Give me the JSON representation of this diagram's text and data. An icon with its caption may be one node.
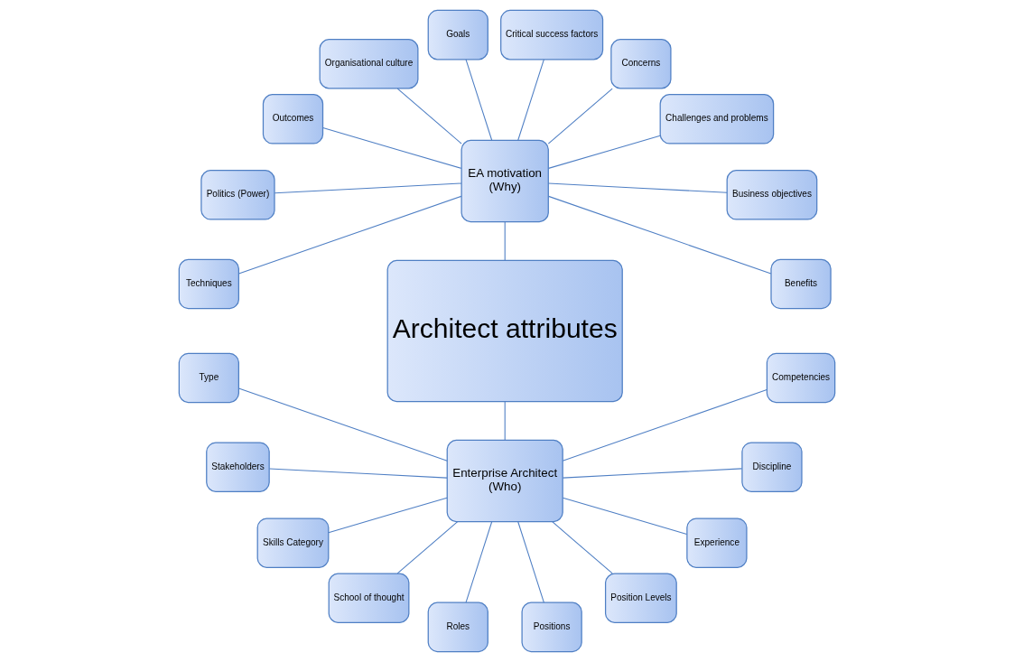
{
  "diagram": {
    "nodes": [
      {
        "text": [
          "Architect attributes"
        ]
      },
      {
        "text": [
          "Enterprise Architect",
          "(Who)"
        ]
      },
      {
        "text": [
          "EA motivation",
          "(Why)"
        ]
      },
      {
        "text": [
          "Type"
        ]
      },
      {
        "text": [
          "Stakeholders"
        ]
      },
      {
        "text": [
          "Skills Category"
        ]
      },
      {
        "text": [
          "School of thought"
        ]
      },
      {
        "text": [
          "Roles"
        ]
      },
      {
        "text": [
          "Positions"
        ]
      },
      {
        "text": [
          "Position Levels"
        ]
      },
      {
        "text": [
          "Experience"
        ]
      },
      {
        "text": [
          "Discipline"
        ]
      },
      {
        "text": [
          "Competencies"
        ]
      },
      {
        "text": [
          "Benefits"
        ]
      },
      {
        "text": [
          "Business objectives"
        ]
      },
      {
        "text": [
          "Challenges and problems"
        ]
      },
      {
        "text": [
          "Concerns"
        ]
      },
      {
        "text": [
          "Critical success factors"
        ]
      },
      {
        "text": [
          "Goals"
        ]
      },
      {
        "text": [
          "Organisational culture"
        ]
      },
      {
        "text": [
          "Outcomes"
        ]
      },
      {
        "text": [
          "Politics (Power)"
        ]
      },
      {
        "text": [
          "Techniques"
        ]
      }
    ],
    "edges": [
      {
        "from": 1,
        "to": 0,
        "arrow": "none"
      },
      {
        "from": 0,
        "to": 2,
        "arrow": "none"
      },
      {
        "from": 1,
        "to": 3,
        "arrow": "none"
      },
      {
        "from": 1,
        "to": 4,
        "arrow": "none"
      },
      {
        "from": 1,
        "to": 5,
        "arrow": "none"
      },
      {
        "from": 1,
        "to": 6,
        "arrow": "none"
      },
      {
        "from": 1,
        "to": 7,
        "arrow": "none"
      },
      {
        "from": 1,
        "to": 8,
        "arrow": "none"
      },
      {
        "from": 1,
        "to": 9,
        "arrow": "none"
      },
      {
        "from": 1,
        "to": 10,
        "arrow": "none"
      },
      {
        "from": 1,
        "to": 11,
        "arrow": "none"
      },
      {
        "from": 1,
        "to": 12,
        "arrow": "none"
      },
      {
        "from": 2,
        "to": 13,
        "arrow": "none"
      },
      {
        "from": 2,
        "to": 14,
        "arrow": "none"
      },
      {
        "from": 2,
        "to": 15,
        "arrow": "none"
      },
      {
        "from": 2,
        "to": 16,
        "arrow": "none"
      },
      {
        "from": 2,
        "to": 17,
        "arrow": "none"
      },
      {
        "from": 2,
        "to": 18,
        "arrow": "none"
      },
      {
        "from": 2,
        "to": 19,
        "arrow": "none"
      },
      {
        "from": 2,
        "to": 20,
        "arrow": "none"
      },
      {
        "from": 2,
        "to": 21,
        "arrow": "none"
      },
      {
        "from": 2,
        "to": 22,
        "arrow": "none"
      }
    ]
  }
}
